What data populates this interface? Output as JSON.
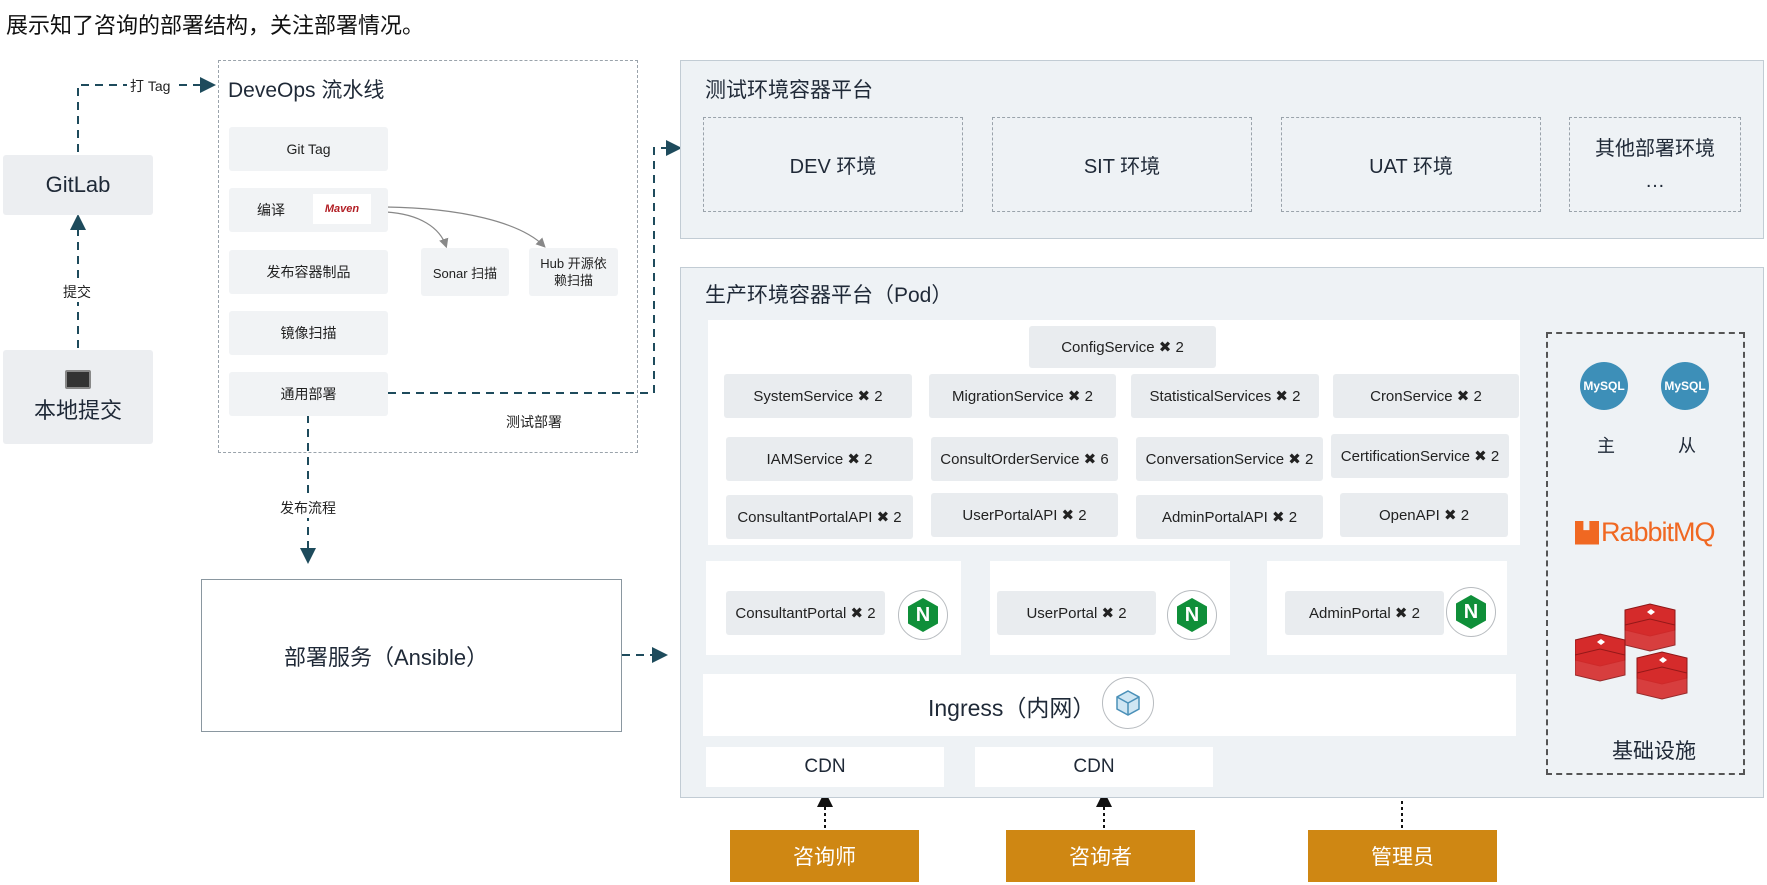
{
  "title": "展示知了咨询的部署结构，关注部署情况。",
  "left": {
    "gitlab": "GitLab",
    "local_commit": "本地提交",
    "commit_label": "提交",
    "tag_label": "打 Tag",
    "laptop_icon": "laptop-icon"
  },
  "pipeline": {
    "title": "DeveOps 流水线",
    "steps": [
      "Git Tag",
      "编译",
      "发布容器制品",
      "镜像扫描",
      "通用部署"
    ],
    "maven": "Maven",
    "sonar": "Sonar 扫描",
    "hub": "Hub 开源依赖扫描",
    "test_deploy_label": "测试部署",
    "release_label": "发布流程"
  },
  "deploy_service": "部署服务（Ansible）",
  "test_platform": {
    "title": "测试环境容器平台",
    "envs": [
      "DEV 环境",
      "SIT 环境",
      "UAT 环境",
      "其他部署环境\n…"
    ]
  },
  "prod_platform": {
    "title": "生产环境容器平台（Pod）",
    "services": {
      "config": "ConfigService ✖ 2",
      "row1": [
        "SystemService ✖ 2",
        "MigrationService ✖ 2",
        "StatisticalServices ✖ 2",
        "CronService ✖ 2"
      ],
      "row2": [
        "IAMService ✖ 2",
        "ConsultOrderService ✖ 6",
        "ConversationService ✖ 2",
        "CertificationService ✖ 2"
      ],
      "row3": [
        "ConsultantPortalAPI ✖ 2",
        "UserPortalAPI ✖ 2",
        "AdminPortalAPI ✖ 2",
        "OpenAPI ✖ 2"
      ]
    },
    "portals": [
      "ConsultantPortal ✖ 2",
      "UserPortal ✖ 2",
      "AdminPortal ✖ 2"
    ],
    "nginx_letter": "N",
    "ingress": "Ingress（内网）",
    "cdn": [
      "CDN",
      "CDN"
    ],
    "infra": {
      "mysql": "MySQL",
      "master": "主",
      "slave": "从",
      "rabbit": "RabbitMQ",
      "label": "基础设施"
    }
  },
  "users": [
    "咨询师",
    "咨询者",
    "管理员"
  ],
  "colors": {
    "orange": "#cf8713",
    "line": "#1e4b5c",
    "nginx": "#0f8f39",
    "rabbit": "#f06822",
    "redis": "#d52b2b",
    "mysql": "#3d8fb8"
  }
}
